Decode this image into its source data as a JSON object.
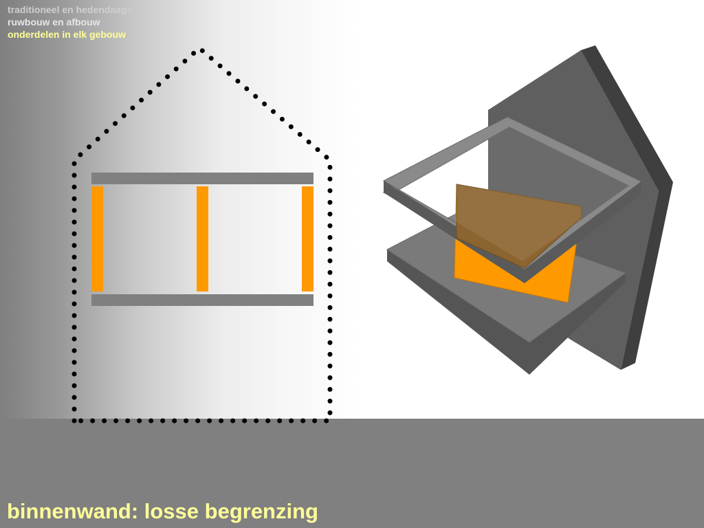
{
  "header": {
    "breadcrumbs": [
      "traditioneel en hedendaags",
      "ruwbouw en afbouw",
      "onderdelen in elk gebouw"
    ]
  },
  "slide": {
    "title": "binnenwand: losse begrenzing"
  },
  "colors": {
    "wall_orange": "#ff9900",
    "slab_gray": "#808080",
    "title_yellow": "#ffff99",
    "floor_gray": "#808080"
  },
  "icons": {
    "house_outline": "dotted-house-outline-icon",
    "model": "wall-between-slabs-3d-icon"
  }
}
